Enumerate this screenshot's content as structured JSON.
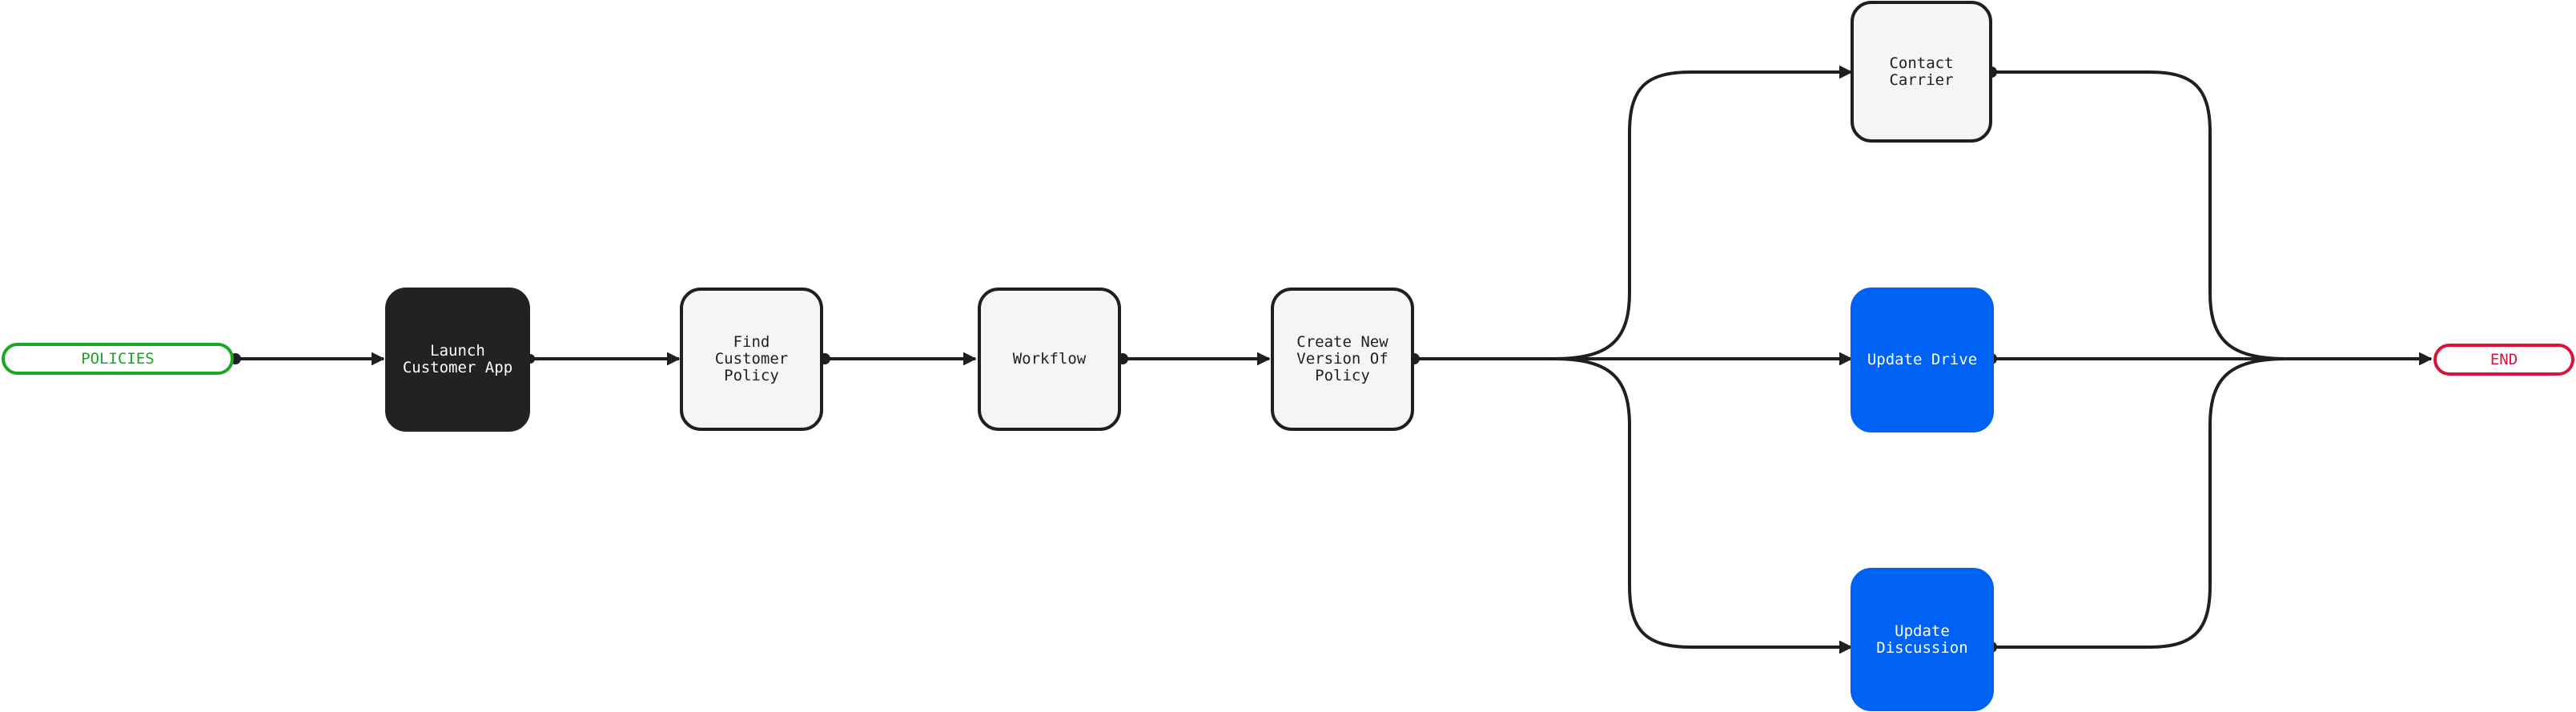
{
  "diagram": {
    "colors": {
      "line": "#1f1f1f",
      "start": "#1aa523",
      "end": "#d8143c",
      "dark_node": "#222222",
      "blue_node": "#0062f5",
      "light_node": "#f5f5f5"
    },
    "start_label": "POLICIES",
    "end_label": "END",
    "nodes": {
      "launch": "Launch\nCustomer App",
      "find": "Find\nCustomer\nPolicy",
      "workflow": "Workflow",
      "create": "Create New\nVersion Of\nPolicy",
      "contact": "Contact\nCarrier",
      "drive": "Update Drive",
      "discussion": "Update\nDiscussion"
    }
  }
}
